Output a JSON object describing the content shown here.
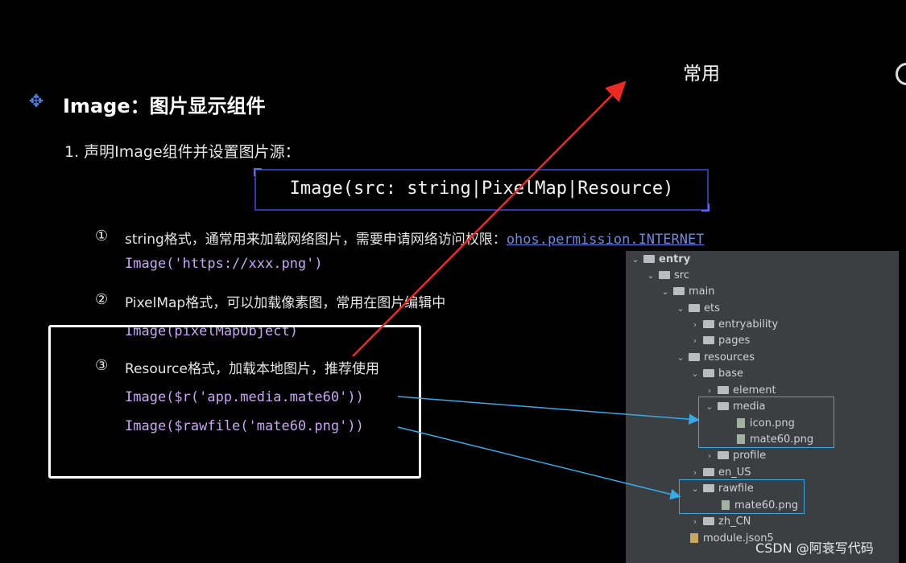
{
  "annotation": {
    "label": "常用"
  },
  "title": {
    "text": "Image：图片显示组件"
  },
  "step1": {
    "text": "1. 声明Image组件并设置图片源："
  },
  "signature": {
    "text": "Image(src: string|PixelMap|Resource)"
  },
  "options": [
    {
      "marker": "①",
      "text": "string格式，通常用来加载网络图片，需要申请网络访问权限：",
      "link": "ohos.permission.INTERNET",
      "code": "Image('https://xxx.png')"
    },
    {
      "marker": "②",
      "text": "PixelMap格式，可以加载像素图，常用在图片编辑中",
      "code": "Image(pixelMapObject)"
    },
    {
      "marker": "③",
      "text": "Resource格式，加载本地图片，推荐使用",
      "code": [
        "Image($r('app.media.mate60'))",
        "Image($rawfile('mate60.png'))"
      ]
    }
  ],
  "tree": {
    "items": [
      "entry",
      "src",
      "main",
      "ets",
      "entryability",
      "pages",
      "resources",
      "base",
      "element",
      "media",
      "icon.png",
      "mate60.png",
      "profile",
      "en_US",
      "rawfile",
      "mate60.png",
      "zh_CN",
      "module.json5"
    ]
  },
  "watermark": {
    "text": "CSDN @阿衰写代码"
  },
  "colors": {
    "arrow": "#ee2b22",
    "connector": "#39a9e8",
    "highlight": "#ffffff"
  }
}
